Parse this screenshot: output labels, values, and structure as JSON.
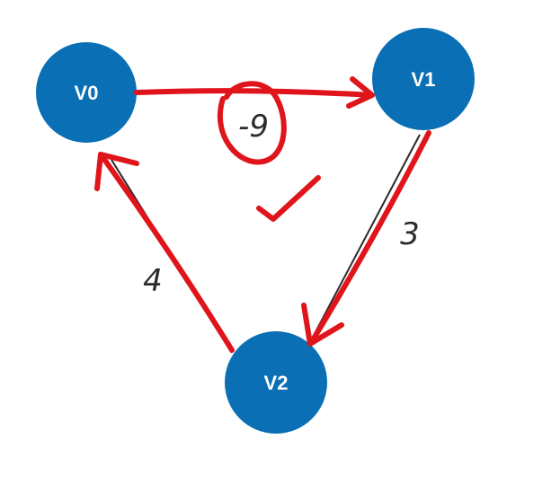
{
  "diagram": {
    "nodes": [
      {
        "id": "V0",
        "label": "V0"
      },
      {
        "id": "V1",
        "label": "V1"
      },
      {
        "id": "V2",
        "label": "V2"
      }
    ],
    "edges": [
      {
        "from": "V0",
        "to": "V1",
        "weight": "-9",
        "annotation": "circled"
      },
      {
        "from": "V1",
        "to": "V2",
        "weight": "3"
      },
      {
        "from": "V2",
        "to": "V0",
        "weight": "4"
      }
    ],
    "annotations": {
      "checkmark": true
    },
    "colors": {
      "node_fill": "#0a6fb5",
      "node_text": "#ffffff",
      "drawn_edge": "#e0141b",
      "weight_text": "#2b2b2b",
      "background": "#ffffff"
    }
  }
}
